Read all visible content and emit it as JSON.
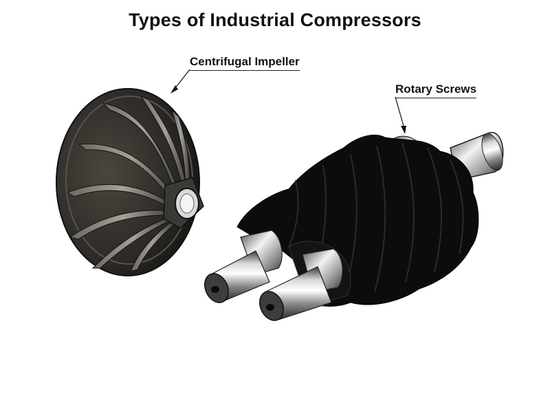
{
  "title": "Types of Industrial Compressors",
  "labels": {
    "impeller": "Centrifugal Impeller",
    "screws": "Rotary Screws"
  }
}
